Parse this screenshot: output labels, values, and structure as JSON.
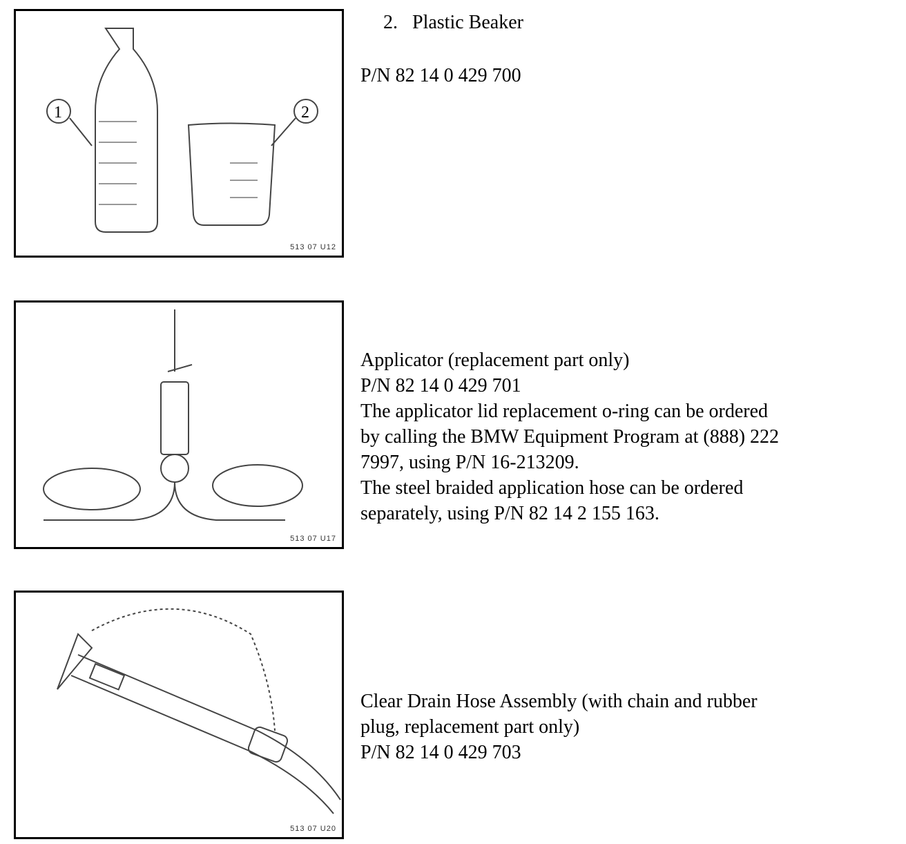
{
  "items": [
    {
      "figure_code": "513 07 U12",
      "callouts": [
        "1",
        "2"
      ],
      "lines": [
        "P/N 82 14 0 429 700"
      ],
      "heading_number": "2.",
      "heading": "Plastic Beaker"
    },
    {
      "figure_code": "513 07 U17",
      "lines": [
        "Applicator (replacement part only)",
        "P/N 82 14 0 429 701",
        "The applicator lid replacement o-ring can be ordered",
        "by calling the BMW Equipment Program at (888) 222",
        "7997, using P/N 16-213209.",
        "The steel braided application hose can be ordered",
        "separately, using P/N 82 14 2 155 163."
      ]
    },
    {
      "figure_code": "513 07 U20",
      "lines": [
        "Clear Drain Hose Assembly (with chain and rubber",
        "plug, replacement part only)",
        "P/N 82 14 0 429 703"
      ]
    }
  ]
}
